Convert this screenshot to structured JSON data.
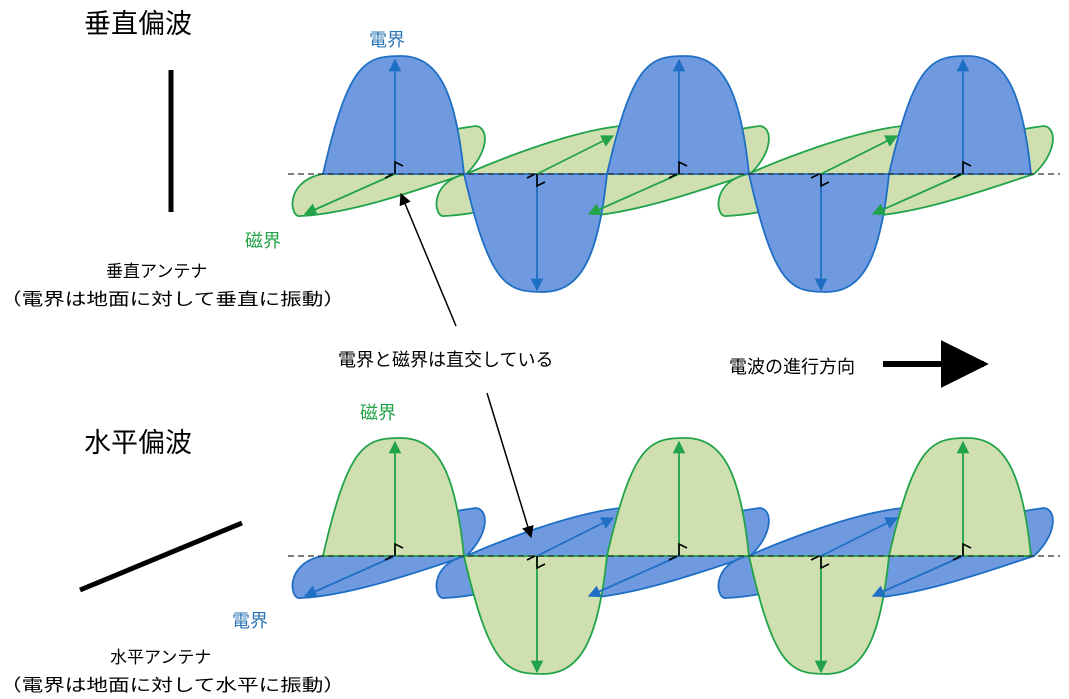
{
  "colors": {
    "electric_fill": "#6f9ae0",
    "electric_stroke": "#1f6fc4",
    "electric_label": "#2e75b6",
    "magnetic_fill": "#cfdfb0",
    "magnetic_stroke": "#22a34a",
    "magnetic_label": "#21a346",
    "axis": "#333333",
    "ink": "#000000"
  },
  "vertical": {
    "title": "垂直偏波",
    "electric_label": "電界",
    "magnetic_label": "磁界",
    "antenna_label": "垂直アンテナ",
    "antenna_note": "（電界は地面に対して垂直に振動）"
  },
  "center": {
    "orthogonal_label": "電界と磁界は直交している",
    "propagation_label": "電波の進行方向"
  },
  "horizontal": {
    "title": "水平偏波",
    "magnetic_label": "磁界",
    "electric_label": "電界",
    "antenna_label": "水平アンテナ",
    "antenna_note": "（電界は地面に対して水平に振動）"
  }
}
